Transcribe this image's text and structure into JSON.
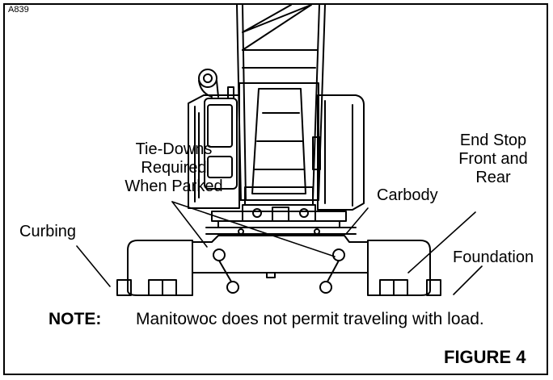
{
  "figure_id": "A839",
  "labels": {
    "tie_downs": [
      "Tie-Downs",
      "Required",
      "When Parked"
    ],
    "end_stop": [
      "End Stop",
      "Front and",
      "Rear"
    ],
    "carbody": "Carbody",
    "curbing": "Curbing",
    "foundation": "Foundation"
  },
  "note": {
    "label": "NOTE:",
    "text": "Manitowoc does not permit traveling with load."
  },
  "figure_label": "FIGURE 4"
}
